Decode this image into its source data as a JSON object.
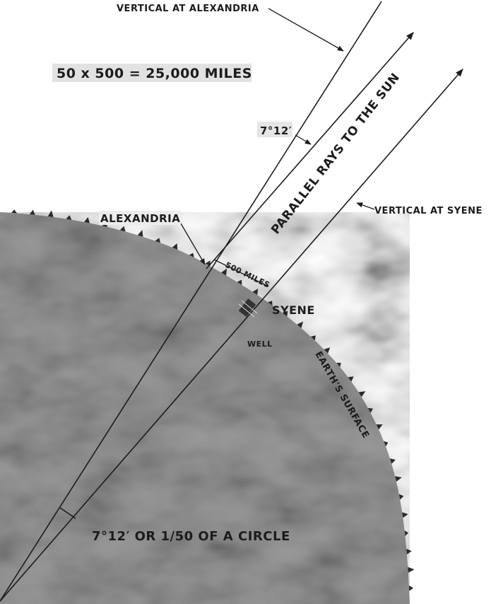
{
  "labels": {
    "vertical_alexandria": "VERTICAL AT ALEXANDRIA",
    "equation": "50 x 500 = 25,000 MILES",
    "angle_top": "7°12′",
    "parallel_rays": "PARALLEL RAYS TO THE SUN",
    "vertical_syene": "VERTICAL AT SYENE",
    "alexandria": "ALEXANDRIA",
    "distance": "500 MILES",
    "syene": "SYENE",
    "well": "WELL",
    "earth_surface": "EARTH'S SURFACE",
    "angle_bottom": "7°12′ OR 1/50 OF A CIRCLE"
  },
  "colors": {
    "earth_light": "#d2d2d2",
    "earth_dark": "#7a7a7a",
    "ink": "#1c1c1c"
  }
}
